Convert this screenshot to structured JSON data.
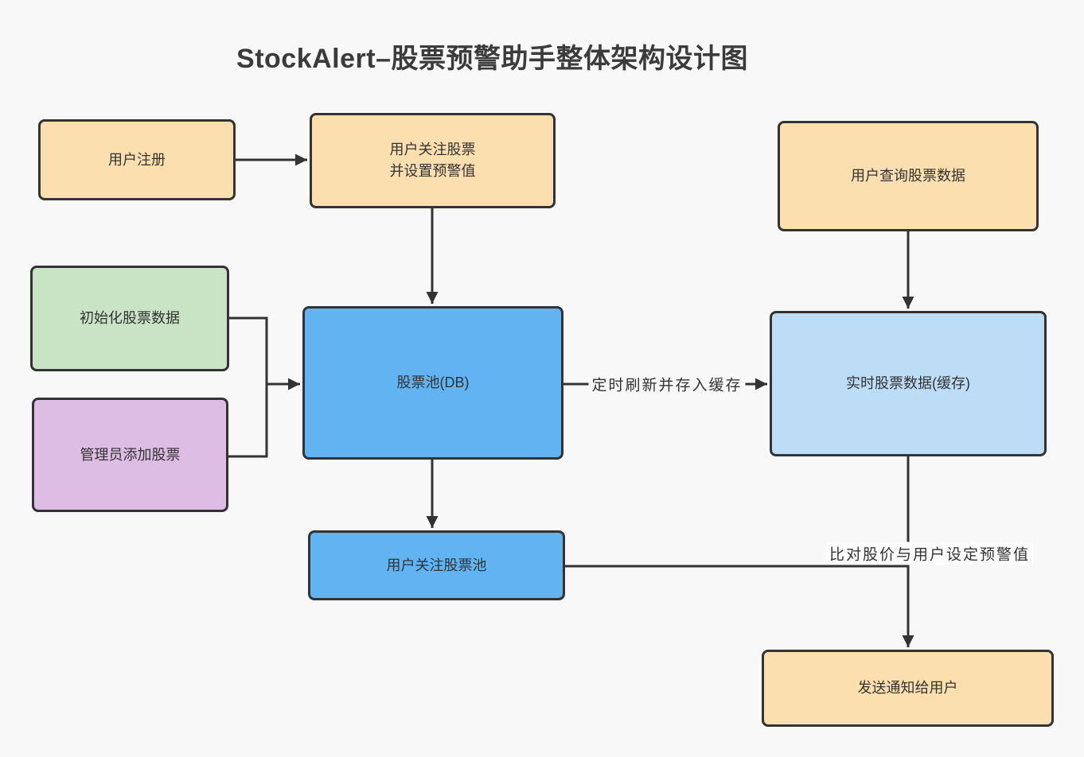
{
  "title": "StockAlert–股票预警助手整体架构设计图",
  "colors": {
    "background": "#f8f8f8",
    "stroke": "#333333",
    "text": "#333333",
    "orange_fill": "#fcdfae",
    "green_fill": "#c9e3c5",
    "purple_fill": "#ddbde4",
    "blue_fill": "#62b3f1",
    "light_blue_fill": "#bdddf6"
  },
  "nodes": {
    "user_register": {
      "label": "用户注册",
      "color": "orange"
    },
    "user_follow": {
      "label": "用户关注股票\n并设置预警值",
      "color": "orange"
    },
    "user_query": {
      "label": "用户查询股票数据",
      "color": "orange"
    },
    "init_stock": {
      "label": "初始化股票数据",
      "color": "green"
    },
    "admin_add": {
      "label": "管理员添加股票",
      "color": "purple"
    },
    "stock_pool": {
      "label": "股票池(DB)",
      "color": "blue"
    },
    "realtime_cache": {
      "label": "实时股票数据(缓存)",
      "color": "light_blue"
    },
    "follow_pool": {
      "label": "用户关注股票池",
      "color": "blue"
    },
    "notify_user": {
      "label": "发送通知给用户",
      "color": "orange"
    }
  },
  "edge_labels": {
    "refresh": "定时刷新并存入缓存",
    "compare": "比对股价与用户设定预警值"
  }
}
